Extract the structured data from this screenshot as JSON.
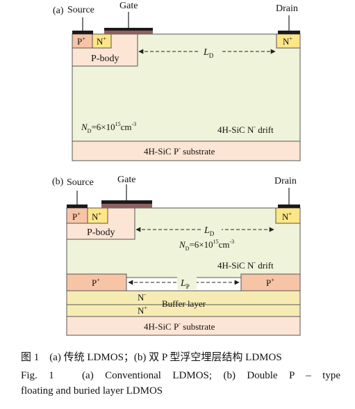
{
  "colors": {
    "substrate": "#fce5d4",
    "drift": "#eef3d9",
    "p_region": "#f7c4a6",
    "n_plus": "#fde687",
    "buffer": "#f6ecb3",
    "gate_metal": "#1a1a1a",
    "gate_poly": "#8f6060",
    "outline": "#555555"
  },
  "panel_a": {
    "tag": "(a)",
    "source": "Source",
    "gate": "Gate",
    "drain": "Drain",
    "p_plus": "P",
    "p_plus_sup": "+",
    "n_plus": "N",
    "n_plus_sup": "+",
    "drain_n_plus": "N",
    "drain_n_plus_sup": "+",
    "p_body": "P-body",
    "ld": "L",
    "ld_sub": "D",
    "nd_main": "N",
    "nd_sub": "D",
    "nd_eq": "=6×10",
    "nd_exp": "15",
    "nd_unit": "cm",
    "nd_unit_sup": "-3",
    "drift_main": "4H-SiC N",
    "drift_sup": "-",
    "drift_tail": " drift",
    "substrate_main": "4H-SiC P",
    "substrate_sup": "-",
    "substrate_tail": " substrate"
  },
  "panel_b": {
    "tag": "(b)",
    "source": "Source",
    "gate": "Gate",
    "drain": "Drain",
    "p_plus": "P",
    "p_plus_sup": "+",
    "n_plus": "N",
    "n_plus_sup": "+",
    "drain_n_plus": "N",
    "drain_n_plus_sup": "+",
    "p_body": "P-body",
    "ld": "L",
    "ld_sub": "D",
    "nd_main": "N",
    "nd_sub": "D",
    "nd_eq": "=6×10",
    "nd_exp": "15",
    "nd_unit": "cm",
    "nd_unit_sup": "-3",
    "drift_main": "4H-SiC N",
    "drift_sup": "-",
    "drift_tail": " drift",
    "lp": "L",
    "lp_sub": "P",
    "buried_left": "P",
    "buried_left_sup": "+",
    "buried_right": "P",
    "buried_right_sup": "+",
    "buffer_n_minus": "N",
    "buffer_n_minus_sup": "-",
    "buffer_label": "Buffer layer",
    "buffer_n_plus": "N",
    "buffer_n_plus_sup": "+",
    "substrate_main": "4H-SiC P",
    "substrate_sup": "-",
    "substrate_tail": " substrate"
  },
  "caption": {
    "zh": "图 1　(a) 传统 LDMOS；(b) 双 P 型浮空埋层结构 LDMOS",
    "en_line1": "Fig. 1　(a) Conventional LDMOS; (b) Double P – type",
    "en_line2": "floating and buried layer LDMOS"
  }
}
